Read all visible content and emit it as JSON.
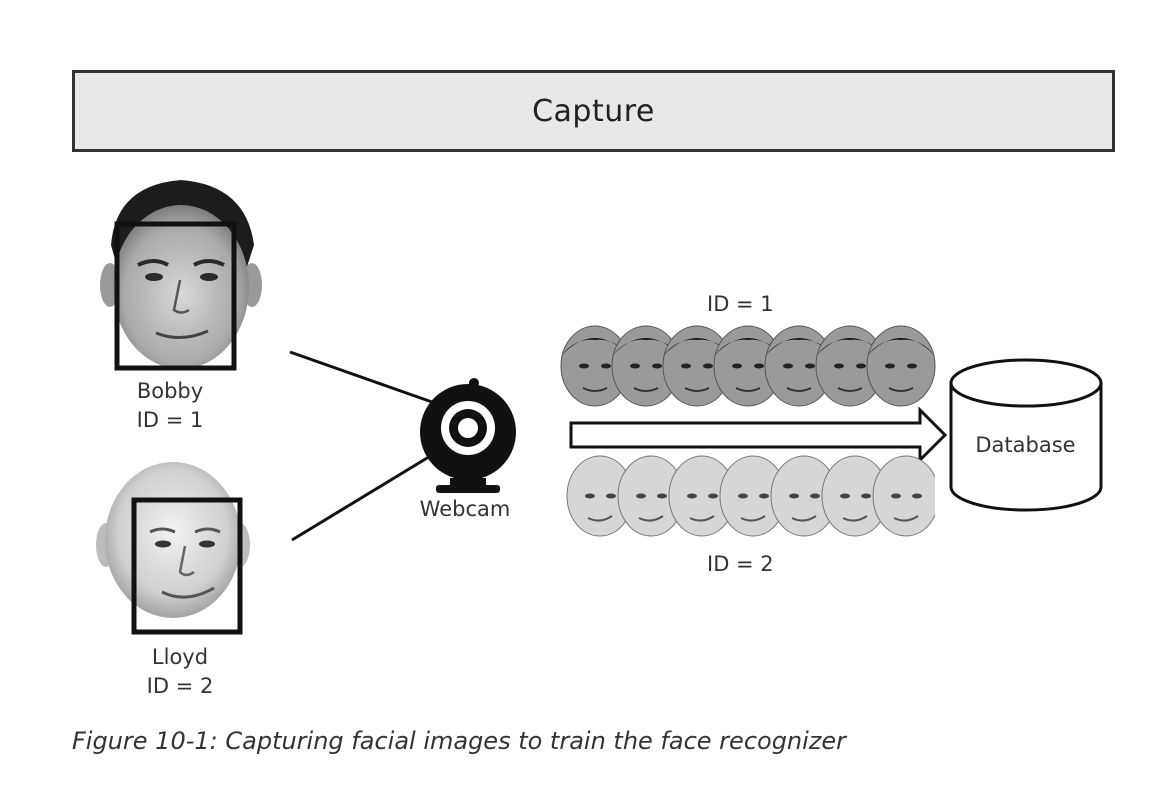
{
  "banner": {
    "title": "Capture"
  },
  "people": [
    {
      "name": "Bobby",
      "id_label": "ID = 1"
    },
    {
      "name": "Lloyd",
      "id_label": "ID = 2"
    }
  ],
  "webcam": {
    "label": "Webcam"
  },
  "samples": {
    "top_label": "ID = 1",
    "bottom_label": "ID = 2",
    "count_per_row": 7
  },
  "database": {
    "label": "Database"
  },
  "caption": "Figure 10-1: Capturing facial images to train the face recognizer",
  "icons": [
    "face-photo-bobby",
    "face-photo-lloyd",
    "webcam-icon",
    "arrow-right-icon",
    "database-icon"
  ]
}
